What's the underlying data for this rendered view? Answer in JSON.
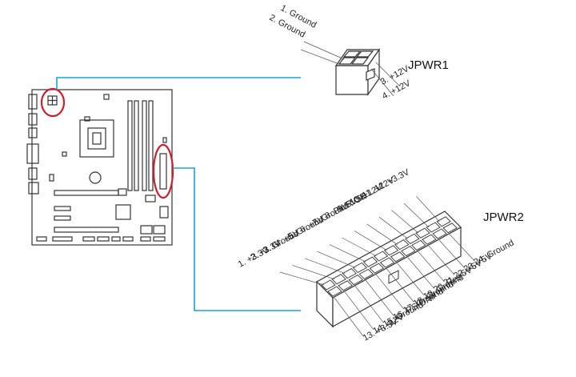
{
  "colors": {
    "callout_line": "#1aa3d6",
    "highlight_ring": "#cc1f2a",
    "board_outline": "#333333",
    "connector": "#444444"
  },
  "connectors": [
    {
      "id": "jpwr1",
      "title": "JPWR1",
      "pins": [
        "1. Ground",
        "2. Ground",
        "3. +12V",
        "4. +12V"
      ]
    },
    {
      "id": "jpwr2",
      "title": "JPWR2",
      "pins": [
        "1. +3.3V",
        "2. +3.3V",
        "3. Ground",
        "4. +5V",
        "5. Ground",
        "6. +5V",
        "7. Ground",
        "8. PWR OK",
        "9. 5VSB",
        "10. +12V",
        "11. +12V",
        "12. +3.3V",
        "13. +3.3V",
        "14. -12V",
        "15. Ground",
        "16. PS-ON#",
        "17. Ground",
        "18. Ground",
        "19. Ground",
        "20. Res",
        "21. +5V",
        "22. +5V",
        "23. +5V",
        "24. Ground"
      ]
    }
  ]
}
